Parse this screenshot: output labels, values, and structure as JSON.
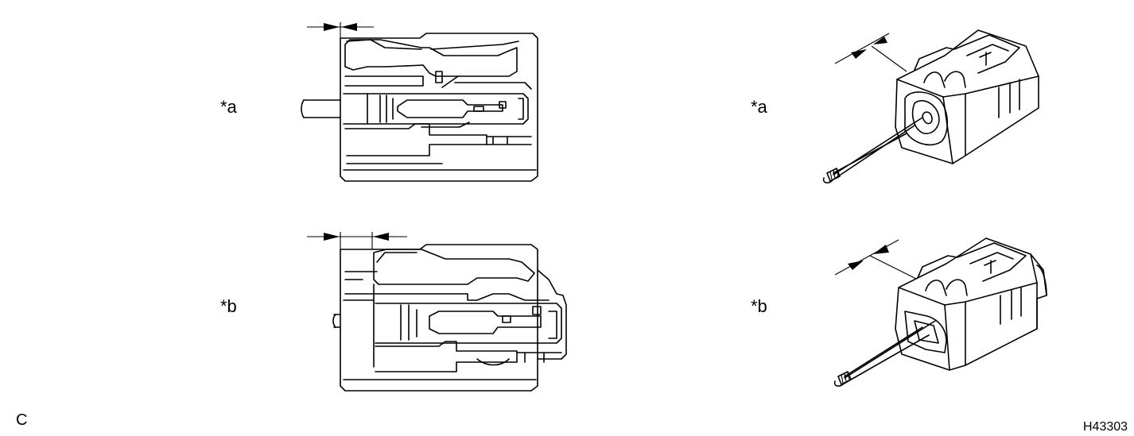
{
  "labels": {
    "side_a": "*a",
    "side_b": "*b",
    "persp_a": "*a",
    "persp_b": "*b"
  },
  "footer": {
    "corner_letter": "C",
    "figure_id": "H43303"
  },
  "colors": {
    "line": "#000000",
    "background": "#ffffff"
  },
  "icons": {
    "dimension_arrow": "dimension-arrow-icon"
  }
}
